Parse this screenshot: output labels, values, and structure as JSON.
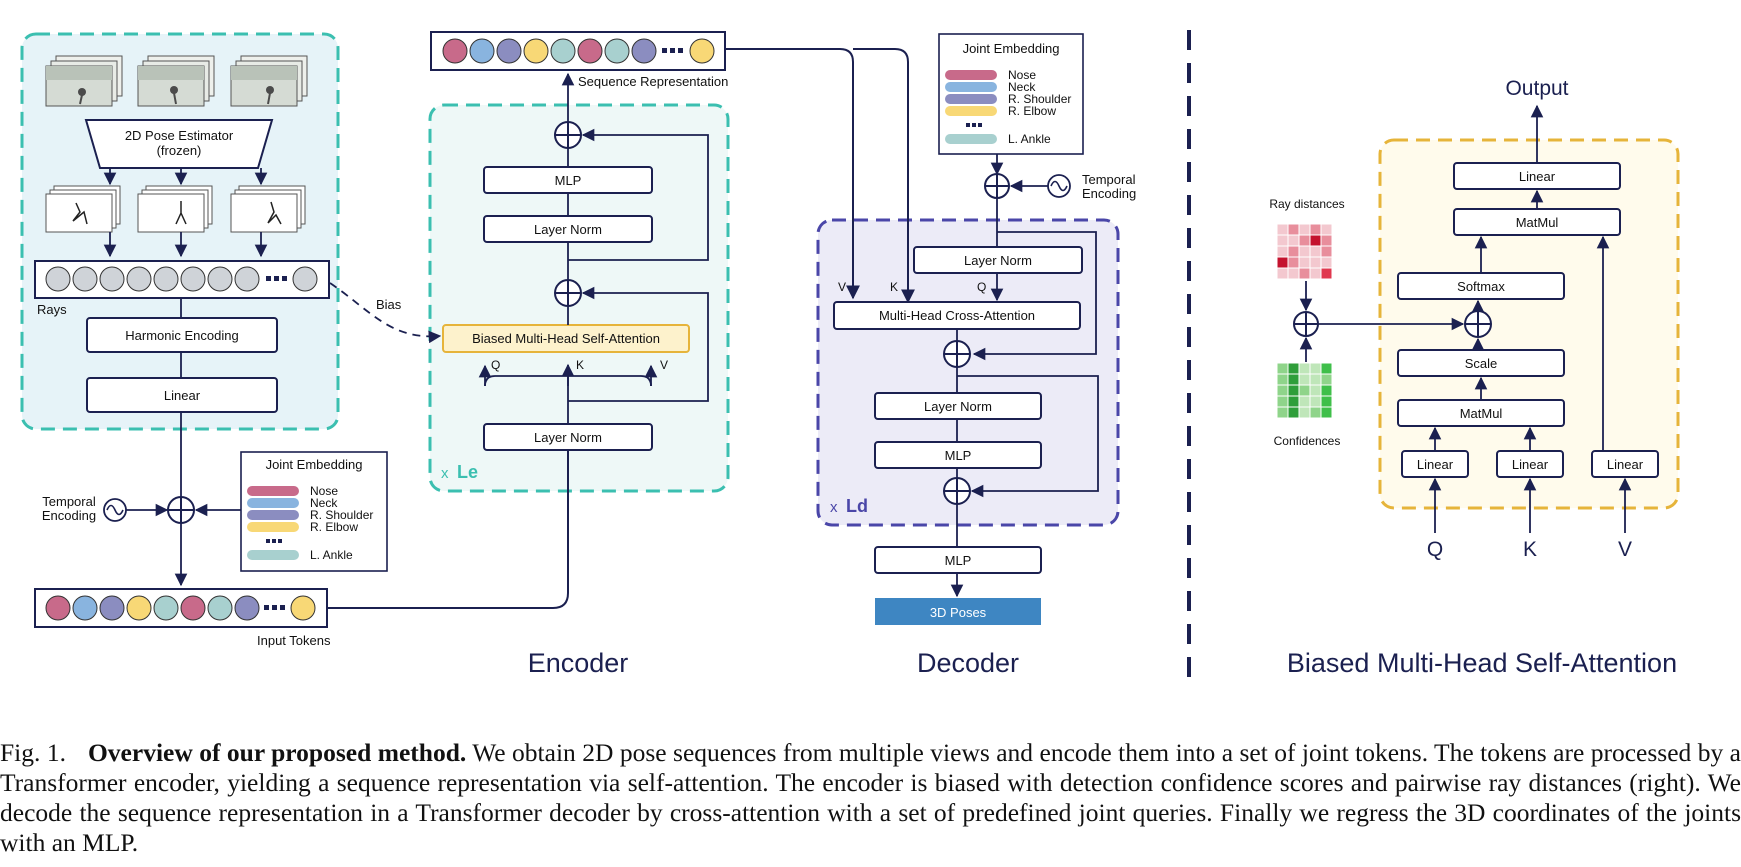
{
  "colors": {
    "navy": "#1b2050",
    "teal": "#3bbfb0",
    "encoder_bg": "#eef8f7",
    "input_bg": "#e6f3f8",
    "purple": "#4a46a8",
    "decoder_bg": "#ecebf7",
    "orange": "#e6b43a",
    "attn_bg": "#fffbec",
    "biased_fill": "#fdf2cc",
    "poses_fill": "#3e86c2",
    "joint_colors": [
      "#c86a8a",
      "#89b4df",
      "#8b8dc0",
      "#f8d876",
      "#a8d0cf"
    ]
  },
  "input_module": {
    "pose_estimator": [
      "2D Pose Estimator",
      "(frozen)"
    ],
    "rays_label": "Rays",
    "harmonic": "Harmonic Encoding",
    "linear": "Linear",
    "bias_label": "Bias",
    "temporal": [
      "Temporal",
      "Encoding"
    ],
    "joint_embedding": {
      "title": "Joint Embedding",
      "items": [
        "Nose",
        "Neck",
        "R. Shoulder",
        "R. Elbow",
        "L. Ankle"
      ]
    },
    "input_tokens_label": "Input Tokens"
  },
  "encoder": {
    "seq_label": "Sequence Representation",
    "mlp": "MLP",
    "layernorm_top": "Layer Norm",
    "biased_attn": "Biased Multi-Head Self-Attention",
    "q": "Q",
    "k": "K",
    "v": "V",
    "layernorm_bottom": "Layer Norm",
    "repeat_x": "x",
    "repeat_n": "Le",
    "title": "Encoder"
  },
  "decoder": {
    "joint_embedding": {
      "title": "Joint Embedding",
      "items": [
        "Nose",
        "Neck",
        "R. Shoulder",
        "R. Elbow",
        "L. Ankle"
      ]
    },
    "temporal": [
      "Temporal",
      "Encoding"
    ],
    "layernorm1": "Layer Norm",
    "v": "V",
    "k": "K",
    "q": "Q",
    "cross_attn": "Multi-Head Cross-Attention",
    "layernorm2": "Layer Norm",
    "mlp_inner": "MLP",
    "repeat_x": "x",
    "repeat_n": "Ld",
    "mlp_out": "MLP",
    "poses": "3D Poses",
    "title": "Decoder"
  },
  "attention": {
    "output": "Output",
    "linear_top": "Linear",
    "matmul_top": "MatMul",
    "softmax": "Softmax",
    "scale": "Scale",
    "matmul_bottom": "MatMul",
    "linear_q": "Linear",
    "linear_k": "Linear",
    "linear_v": "Linear",
    "ray_distances": "Ray distances",
    "confidences": "Confidences",
    "q": "Q",
    "k": "K",
    "v": "V",
    "title": "Biased Multi-Head Self-Attention"
  },
  "caption": {
    "fig": "Fig. 1.",
    "bold": "Overview of our proposed method.",
    "text": "We obtain 2D pose sequences from multiple views and encode them into a set of joint tokens. The tokens are processed by a Transformer encoder, yielding a sequence representation via self-attention. The encoder is biased with detection confidence scores and pairwise ray distances (right). We decode the sequence representation in a Transformer decoder by cross-attention with a set of predefined joint queries. Finally we regress the 3D coordinates of the joints with an MLP."
  }
}
